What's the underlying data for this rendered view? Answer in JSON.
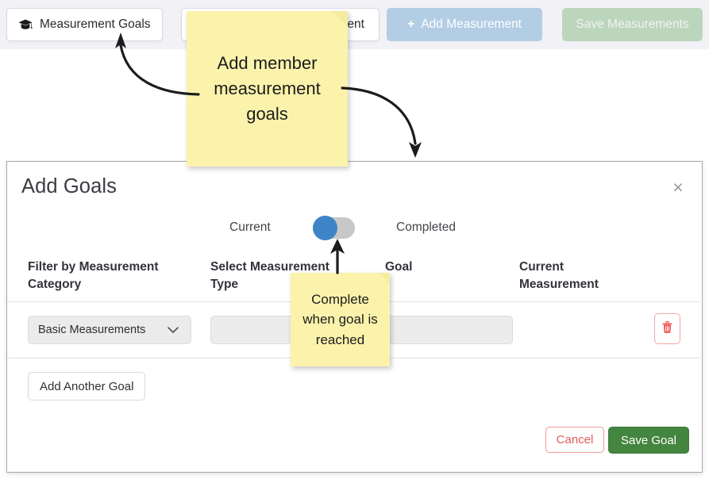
{
  "toolbar": {
    "buttons": [
      {
        "label": "Measurement Goals",
        "icon": "graduation-cap-icon",
        "style": "white"
      },
      {
        "label": "ent",
        "icon": "",
        "style": "white"
      },
      {
        "label": "Add Measurement",
        "icon": "plus-icon",
        "style": "blue"
      },
      {
        "label": "Save Measurements",
        "icon": "",
        "style": "green"
      }
    ]
  },
  "annotations": [
    {
      "id": "note-add-member-goals",
      "text": "Add  member measurement goals"
    },
    {
      "id": "note-complete-when-reached",
      "text": "Complete when goal is reached"
    }
  ],
  "modal": {
    "title": "Add Goals",
    "close_icon": "×",
    "toggle": {
      "left_label": "Current",
      "right_label": "Completed",
      "state": "Current"
    },
    "columns": [
      "Filter by Measurement Category",
      "Select Measurement Type",
      "Goal",
      "Current Measurement"
    ],
    "rows": [
      {
        "category": "Basic Measurements",
        "category_chevron": "⌄",
        "measurement_type": "",
        "goal": "",
        "current_measurement": "",
        "delete_icon": "trash-icon"
      }
    ],
    "add_another_label": "Add Another Goal",
    "cancel_label": "Cancel",
    "save_label": "Save Goal"
  },
  "colors": {
    "toolbar_bg": "#f2f1f6",
    "sticky": "#fbf3ab",
    "toggle_knob": "#3d85c6",
    "toggle_track": "#c7c7c7",
    "save_green": "#44853f",
    "cancel_red": "#e05c5c",
    "add_measurement_blue": "#b3cde4",
    "save_measurements_green": "#bcd6bd",
    "delete_red": "#ef5350"
  }
}
